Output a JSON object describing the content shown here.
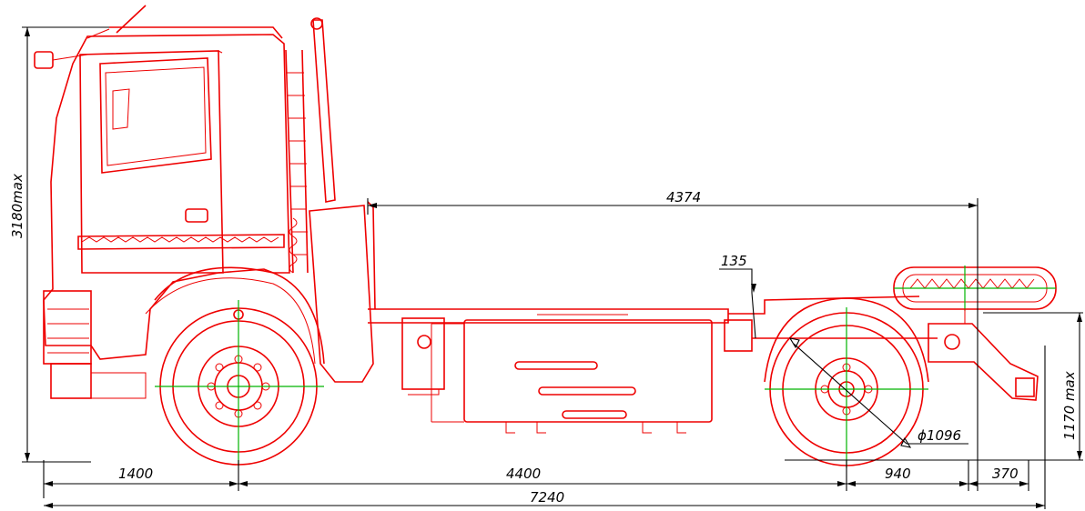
{
  "diagram": {
    "dimensions": {
      "overall_length": "7240",
      "front_overhang": "1400",
      "wheelbase": "4400",
      "rear_to_frame": "940",
      "rear_tail": "370",
      "frame_length": "4374",
      "offset_135": "135",
      "wheel_diameter": "ϕ1096",
      "overall_height": "3180max",
      "frame_height": "1170 max"
    },
    "colors": {
      "drawing": "#ee0000",
      "dimension": "#000000",
      "centerline": "#00b400"
    }
  }
}
